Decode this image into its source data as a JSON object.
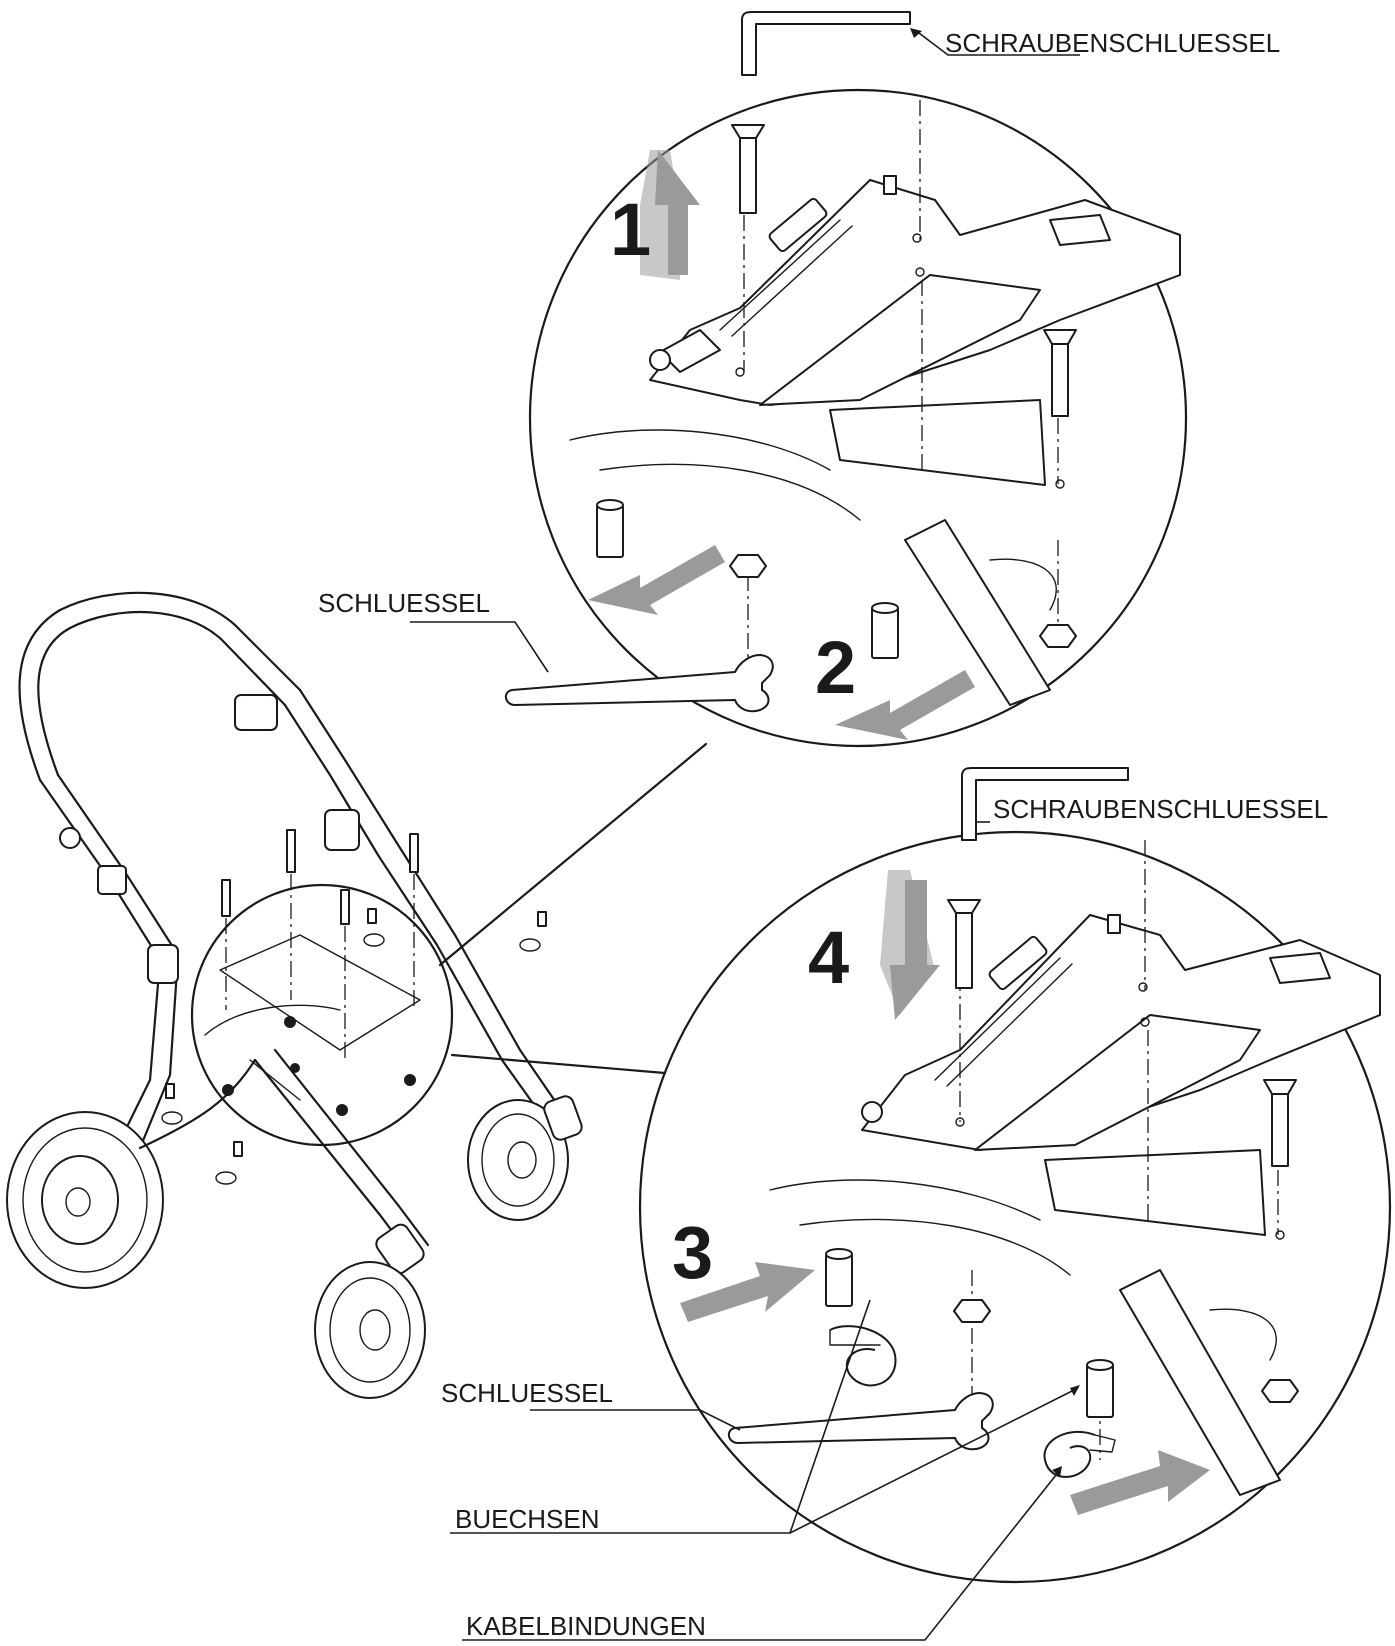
{
  "labels": {
    "top_hex_key": "SCHRAUBENSCHLUESSEL",
    "top_wrench": "SCHLUESSEL",
    "bottom_hex_key": "SCHRAUBENSCHLUESSEL",
    "bottom_wrench": "SCHLUESSEL",
    "bushings": "BUECHSEN",
    "cable_ties": "KABELBINDUNGEN"
  },
  "steps": {
    "step1": "1",
    "step2": "2",
    "step3": "3",
    "step4": "4"
  },
  "colors": {
    "ink": "#1a1a1a",
    "arrow_fill": "#9a9a9a",
    "background": "#ffffff"
  }
}
